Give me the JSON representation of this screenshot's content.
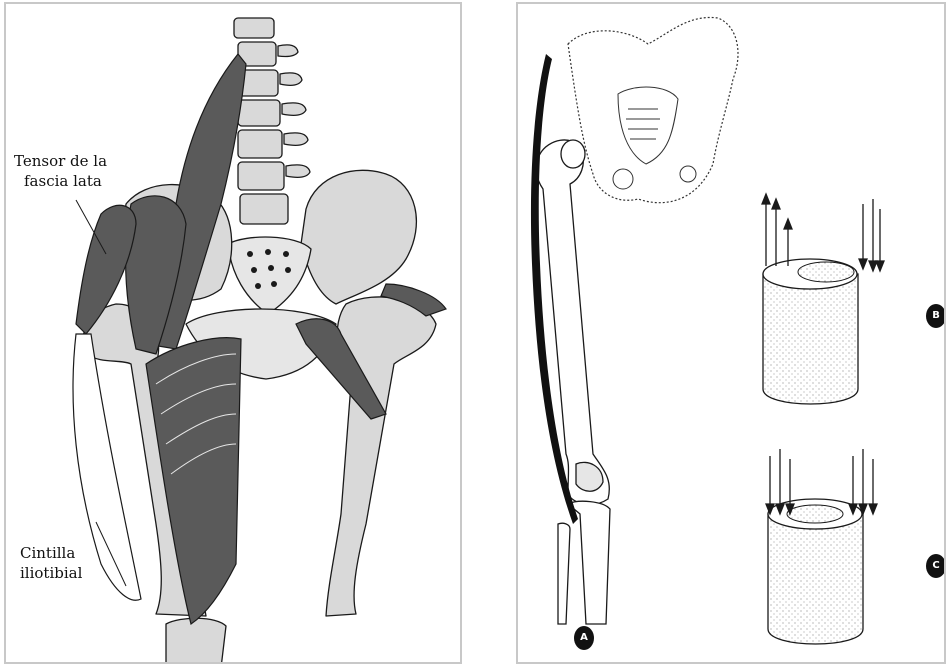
{
  "left_figure": {
    "labels": {
      "tensor_line1": "Tensor de la",
      "tensor_line2": "fascia lata",
      "cintilla_line1": "Cintilla",
      "cintilla_line2": "iliotibial"
    }
  },
  "right_figure": {
    "badges": {
      "a": "A",
      "b": "B",
      "c": "C"
    }
  },
  "colors": {
    "muscle": "#5a5a5a",
    "bone": "#d9d9d9",
    "outline": "#1a1a1a",
    "border": "#c8c8c8"
  }
}
